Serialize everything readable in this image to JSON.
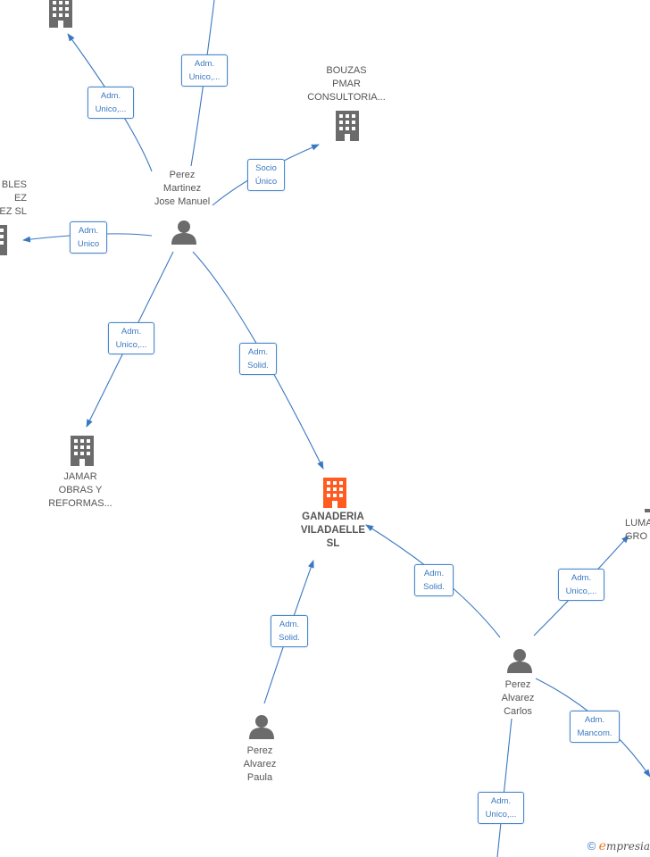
{
  "colors": {
    "edge": "#3a78c2",
    "building": "#6b6b6b",
    "main": "#ff5a1f",
    "person": "#6b6b6b"
  },
  "nodes": {
    "top_building": {
      "label": ""
    },
    "bouzas": {
      "label": "BOUZAS\nPMAR\nCONSULTORIA..."
    },
    "perez_martinez": {
      "label": "Perez\nMartinez\nJose Manuel"
    },
    "bles": {
      "label": "BLES\nEZ\nEZ SL"
    },
    "jamar": {
      "label": "JAMAR\nOBRAS Y\nREFORMAS..."
    },
    "ganaderia": {
      "label": "GANADERIA\nVILADAELLE\nSL"
    },
    "luma": {
      "label": "LUMA\nGRO"
    },
    "perez_carlos": {
      "label": "Perez\nAlvarez\nCarlos"
    },
    "perez_paula": {
      "label": "Perez\nAlvarez\nPaula"
    }
  },
  "edges": [
    {
      "id": "e1",
      "label": "Adm.\nUnico,..."
    },
    {
      "id": "e2",
      "label": "Adm.\nUnico,..."
    },
    {
      "id": "e3",
      "label": "Socio\nÚnico"
    },
    {
      "id": "e4",
      "label": "Adm.\nUnico"
    },
    {
      "id": "e5",
      "label": "Adm.\nUnico,..."
    },
    {
      "id": "e6",
      "label": "Adm.\nSolid."
    },
    {
      "id": "e7",
      "label": "Adm.\nSolid."
    },
    {
      "id": "e8",
      "label": "Adm.\nSolid."
    },
    {
      "id": "e9",
      "label": "Adm.\nUnico,..."
    },
    {
      "id": "e10",
      "label": "Adm.\nMancom."
    },
    {
      "id": "e11",
      "label": "Adm.\nUnico,..."
    }
  ],
  "footer": {
    "copyright": "©",
    "brand_e": "e",
    "brand_rest": "mpresia"
  }
}
